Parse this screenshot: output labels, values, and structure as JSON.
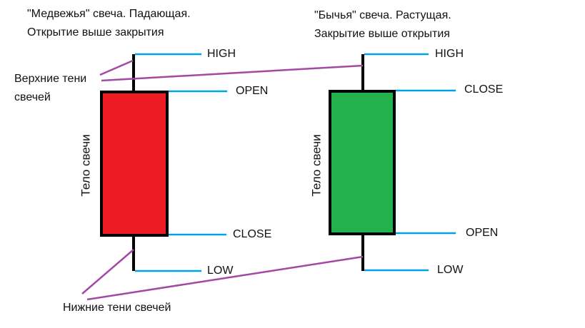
{
  "bear": {
    "title_line1": "\"Медвежья\" свеча. Падающая.",
    "title_line2": "Открытие выше закрытия",
    "body_label": "Тело свечи",
    "levels": {
      "high": "HIGH",
      "open": "OPEN",
      "close": "CLOSE",
      "low": "LOW"
    },
    "color": "#ed1c24"
  },
  "bull": {
    "title_line1": "\"Бычья\" свеча. Растущая.",
    "title_line2": "Закрытие выше открытия",
    "body_label": "Тело свечи",
    "levels": {
      "high": "HIGH",
      "close": "CLOSE",
      "open": "OPEN",
      "low": "LOW"
    },
    "color": "#22b14c"
  },
  "annotations": {
    "upper_shadows_line1": "Верхние тени",
    "upper_shadows_line2": "свечей",
    "lower_shadows": "Нижние тени свечей"
  },
  "colors": {
    "level_line": "#00a2e8",
    "pointer_line": "#a349a4",
    "wick": "#000000"
  }
}
